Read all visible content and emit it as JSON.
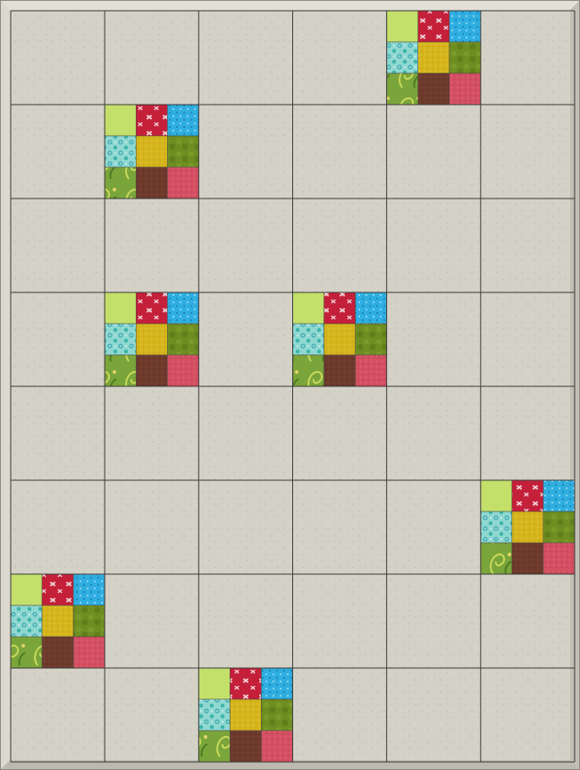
{
  "quilt": {
    "grid": {
      "columns": 6,
      "rows": 8
    },
    "colors": {
      "background": "#d4d1c6",
      "border_light": "#e0ddd4",
      "border_dark": "#aaa69b",
      "grid_line": "#3b3b3b",
      "speckle": "#bdb9ae"
    },
    "nine_patch_fabrics": [
      {
        "name": "lime-solid",
        "color": "#c3e06a",
        "pattern": "solid"
      },
      {
        "name": "red-floral",
        "color": "#c4203a",
        "pattern": "flowers"
      },
      {
        "name": "turquoise-dots",
        "color": "#2faee0",
        "pattern": "dots"
      },
      {
        "name": "aqua-print",
        "color": "#8fd8d2",
        "pattern": "circles"
      },
      {
        "name": "mustard-texture",
        "color": "#d6b51c",
        "pattern": "speckle"
      },
      {
        "name": "olive-batik",
        "color": "#6f8e22",
        "pattern": "mottle"
      },
      {
        "name": "green-paisley",
        "color": "#7aa53a",
        "pattern": "paisley"
      },
      {
        "name": "brown-texture",
        "color": "#6d3a2c",
        "pattern": "speckle"
      },
      {
        "name": "coral-texture",
        "color": "#d44f62",
        "pattern": "speckle"
      }
    ],
    "nine_patch_blocks": [
      {
        "row": 0,
        "col": 4
      },
      {
        "row": 1,
        "col": 1
      },
      {
        "row": 3,
        "col": 1
      },
      {
        "row": 3,
        "col": 3
      },
      {
        "row": 5,
        "col": 5
      },
      {
        "row": 6,
        "col": 0
      },
      {
        "row": 7,
        "col": 2
      }
    ]
  }
}
